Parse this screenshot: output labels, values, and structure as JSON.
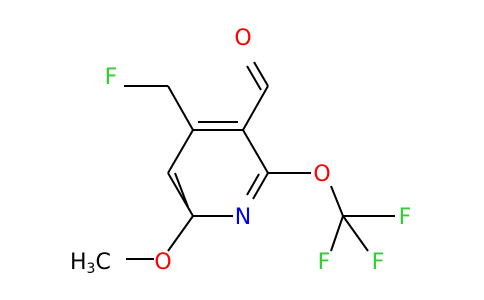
{
  "molecule": {
    "colors": {
      "bond": "#000000",
      "carbon_label": "#000000",
      "oxygen": "#ff0000",
      "nitrogen": "#0000ff",
      "fluorine": "#33cc33"
    },
    "atoms": {
      "aldehyde_oxygen": "O",
      "fluoromethyl_fluorine": "F",
      "ether_oxygen_ocf3": "O",
      "ring_nitrogen": "N",
      "trifluoro_f_top": "F",
      "trifluoro_f_left": "F",
      "trifluoro_f_right": "F",
      "methoxy_oxygen": "O",
      "methyl_carbon": "C",
      "methyl_h": "H",
      "methyl_h_count": "3"
    }
  }
}
